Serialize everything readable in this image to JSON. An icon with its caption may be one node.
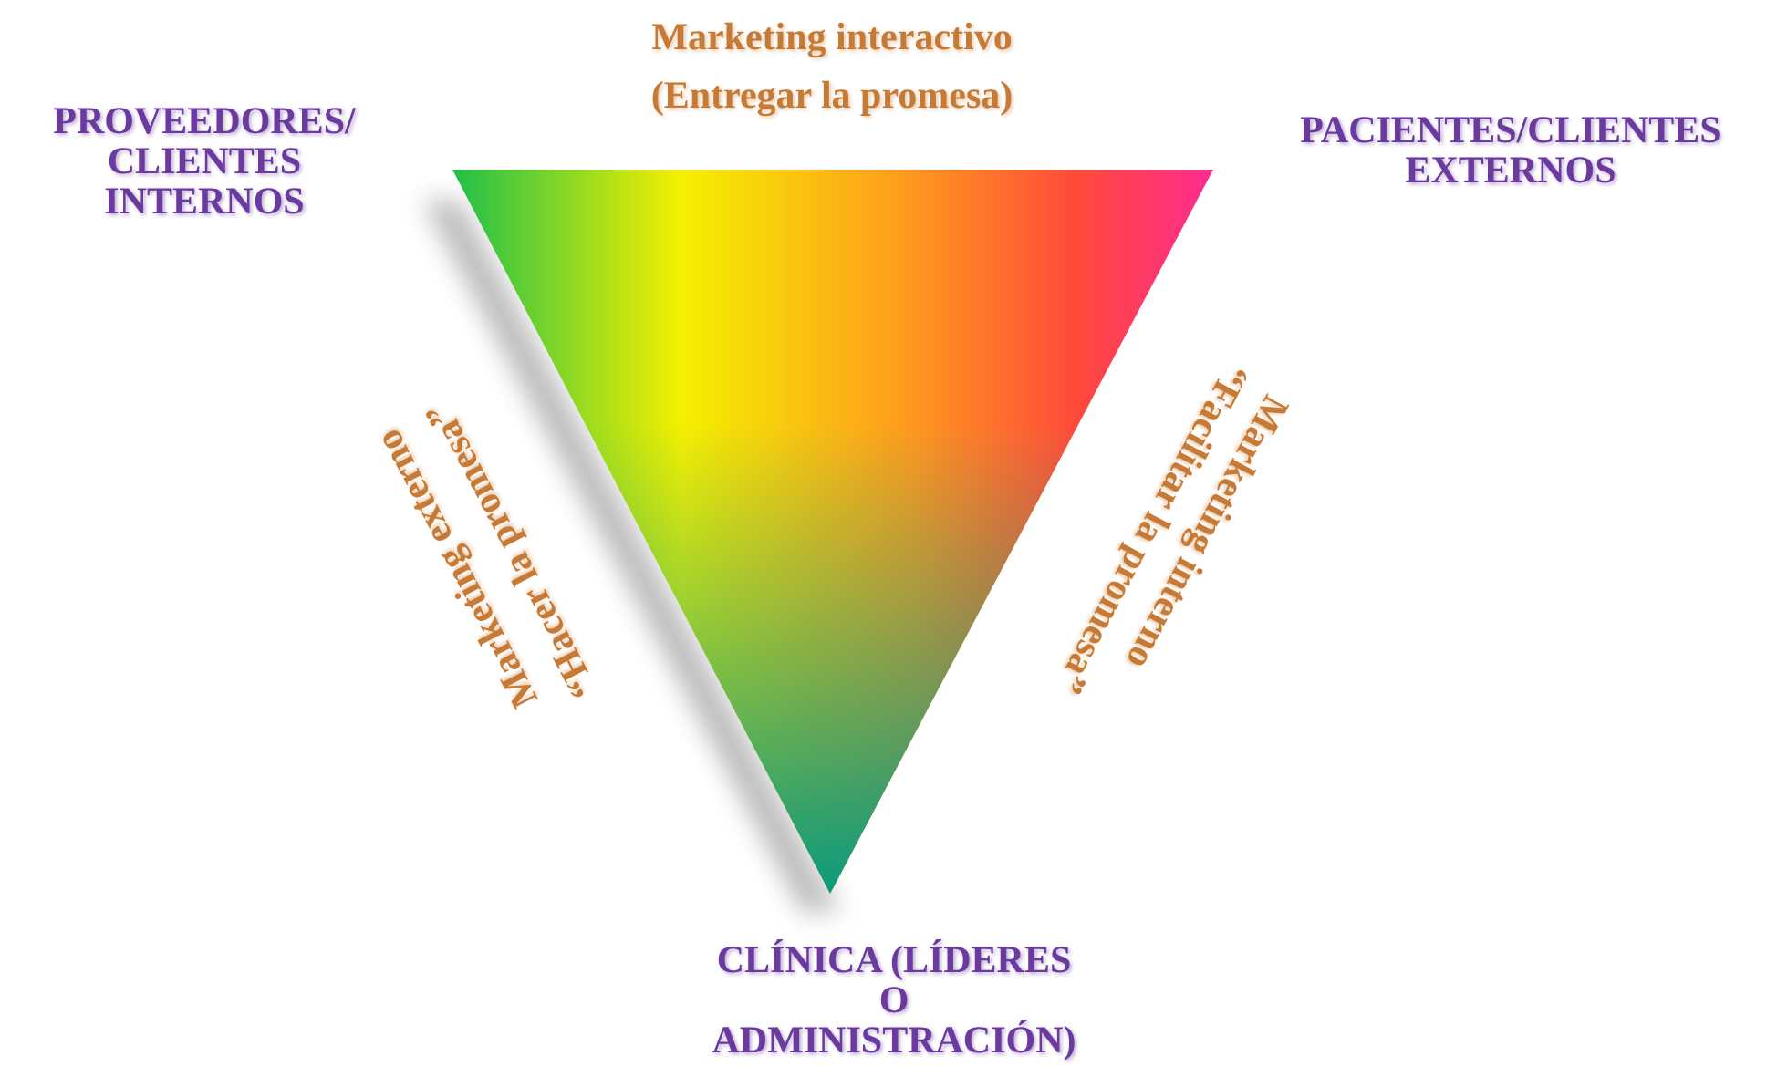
{
  "diagram": {
    "labels": [
      "Marketing interactivo",
      "(Entregar la promesa)",
      "PROVEEDORES/ CLIENTES INTERNOS",
      "PACIENTES/CLIENTES EXTERNOS",
      "Marketing externo",
      "“Hacer la promesa”",
      "Marketing interno",
      "“Facilitar la promesa”",
      "CLÍNICA (LÍDERES O ADMINISTRACIÓN)"
    ]
  }
}
